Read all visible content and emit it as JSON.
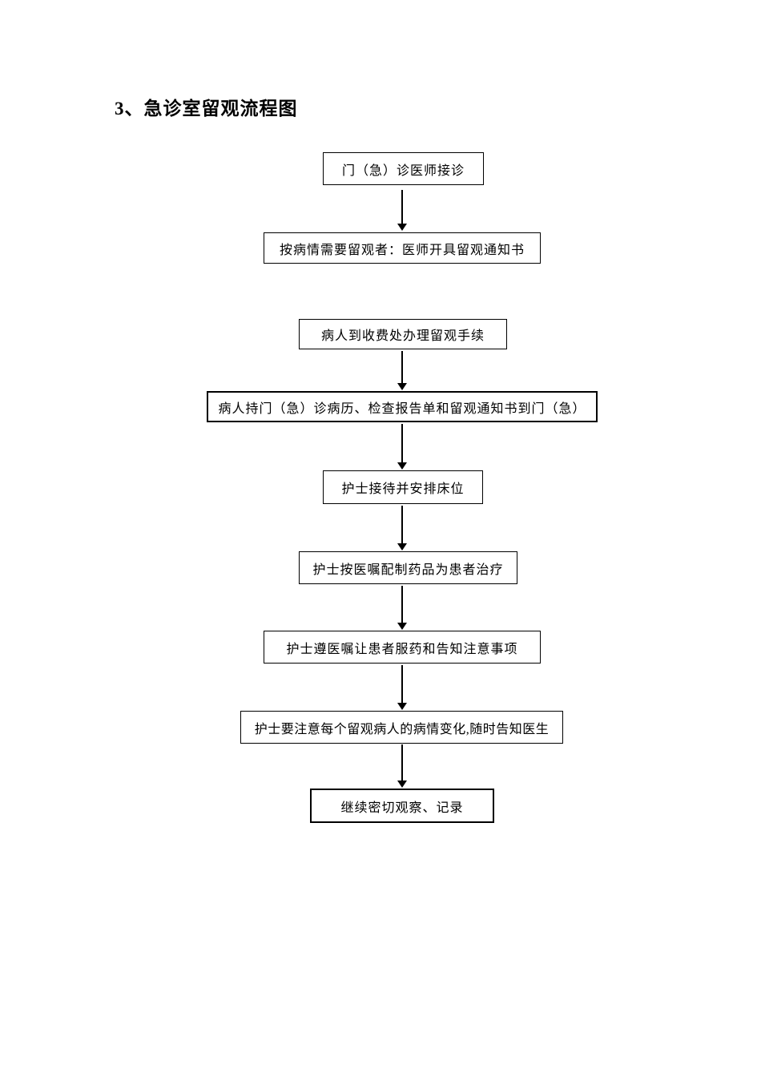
{
  "page": {
    "title": "3、急诊室留观流程图"
  },
  "flowchart": {
    "type": "vertical-flow",
    "colors": {
      "node_border": "#000000",
      "node_background": "#ffffff",
      "text": "#000000",
      "arrow": "#000000"
    },
    "nodes": [
      {
        "id": 1,
        "label": "门（急）诊医师接诊",
        "border": "thin"
      },
      {
        "id": 2,
        "label": "按病情需要留观者：医师开具留观通知书",
        "border": "thin"
      },
      {
        "id": 3,
        "label": "病人到收费处办理留观手续",
        "border": "thin"
      },
      {
        "id": 4,
        "label": "病人持门（急）诊病历、检查报告单和留观通知书到门（急）",
        "border": "thick"
      },
      {
        "id": 5,
        "label": "护士接待并安排床位",
        "border": "thin"
      },
      {
        "id": 6,
        "label": "护士按医嘱配制药品为患者治疗",
        "border": "thin"
      },
      {
        "id": 7,
        "label": "护士遵医嘱让患者服药和告知注意事项",
        "border": "thin"
      },
      {
        "id": 8,
        "label": "护士要注意每个留观病人的病情变化,随时告知医生",
        "border": "thin"
      },
      {
        "id": 9,
        "label": "继续密切观察、记录",
        "border": "thick"
      }
    ],
    "edges": [
      {
        "from": 1,
        "to": 2
      },
      {
        "from": 3,
        "to": 4
      },
      {
        "from": 4,
        "to": 5
      },
      {
        "from": 5,
        "to": 6
      },
      {
        "from": 6,
        "to": 7
      },
      {
        "from": 7,
        "to": 8
      },
      {
        "from": 8,
        "to": 9
      }
    ]
  }
}
